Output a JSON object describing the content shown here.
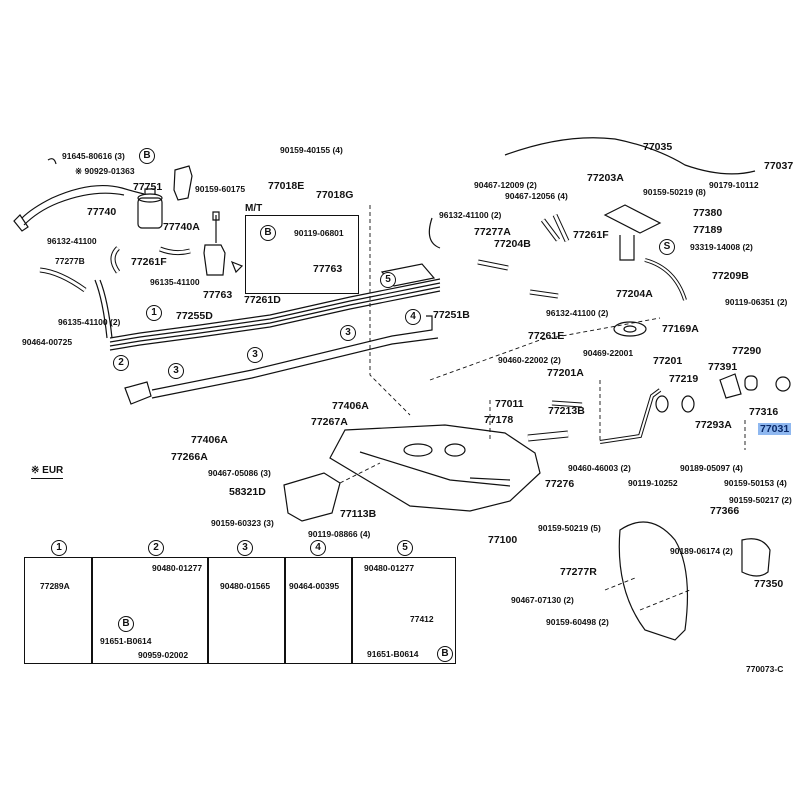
{
  "diagram": {
    "type": "parts-exploded-diagram",
    "reference_code": "770073-C",
    "legend_note": "※ EUR",
    "mt_box_label": "M/T",
    "highlighted_part": "77031",
    "labels": {
      "p91645_80616": "91645-80616 (3)",
      "p90929_01363": "※ 90929-01363",
      "p77751": "77751",
      "p90159_60175": "90159-60175",
      "p77740": "77740",
      "p77740A": "77740A",
      "p96132_41100_a": "96132-41100",
      "p77261F_a": "77261F",
      "p77277B": "77277B",
      "p96135_41100_a": "96135-41100",
      "p77763_a": "77763",
      "p96135_41100_2": "96135-41100 (2)",
      "p90464_00725": "90464-00725",
      "p77255D": "77255D",
      "p77261D": "77261D",
      "p90159_40155": "90159-40155 (4)",
      "p77018E": "77018E",
      "p77018G": "77018G",
      "p90119_06801": "90119-06801",
      "p77763_b": "77763",
      "p77251B": "77251B",
      "p77266A": "77266A",
      "p77406A_a": "77406A",
      "p77406A_b": "77406A",
      "p77267A": "77267A",
      "p77035": "77035",
      "p77037": "77037",
      "p90467_12009": "90467-12009 (2)",
      "p90467_12056": "90467-12056 (4)",
      "p77203A": "77203A",
      "p90159_50219_8": "90159-50219 (8)",
      "p90179_10112": "90179-10112",
      "p96132_41100_2a": "96132-41100 (2)",
      "p77277A": "77277A",
      "p77204B": "77204B",
      "p77261F_b": "77261F",
      "p77380": "77380",
      "p77189": "77189",
      "p93319_14008": "93319-14008 (2)",
      "p77209B": "77209B",
      "p77204A": "77204A",
      "p96132_41100_2b": "96132-41100 (2)",
      "p90119_06351": "90119-06351 (2)",
      "p77261E": "77261E",
      "p77169A": "77169A",
      "p90460_22002": "90460-22002 (2)",
      "p90469_22001": "90469-22001",
      "p77201A": "77201A",
      "p77201": "77201",
      "p77219": "77219",
      "p77391": "77391",
      "p77290": "77290",
      "p77316": "77316",
      "p77031": "77031",
      "p77011": "77011",
      "p77178": "77178",
      "p77213B": "77213B",
      "p77293A": "77293A",
      "p90460_46003": "90460-46003 (2)",
      "p90119_10252": "90119-10252",
      "p90189_05097": "90189-05097 (4)",
      "p90159_50153": "90159-50153 (4)",
      "p77276": "77276",
      "p90159_50219_5": "90159-50219 (5)",
      "p77100": "77100",
      "p90467_05086": "90467-05086 (3)",
      "p58321D": "58321D",
      "p90159_60323": "90159-60323 (3)",
      "p77113B": "77113B",
      "p90119_08866": "90119-08866 (4)",
      "p90159_50217": "90159-50217 (2)",
      "p77366": "77366",
      "p90189_06174": "90189-06174 (2)",
      "p77350": "77350",
      "p77277R": "77277R",
      "p90467_07130": "90467-07130 (2)",
      "p90159_60498": "90159-60498 (2)"
    },
    "callouts": [
      "1",
      "2",
      "3",
      "4",
      "5",
      "B",
      "S"
    ],
    "detail_boxes": [
      {
        "number": "1",
        "parts": [
          "77289A"
        ]
      },
      {
        "number": "2",
        "parts": [
          "90480-01277",
          "91651-B0614",
          "90959-02002"
        ],
        "ref": "B"
      },
      {
        "number": "3",
        "parts": [
          "90480-01565"
        ]
      },
      {
        "number": "4",
        "parts": [
          "90464-00395"
        ]
      },
      {
        "number": "5",
        "parts": [
          "90480-01277",
          "77412",
          "91651-B0614"
        ],
        "ref": "B"
      }
    ]
  }
}
